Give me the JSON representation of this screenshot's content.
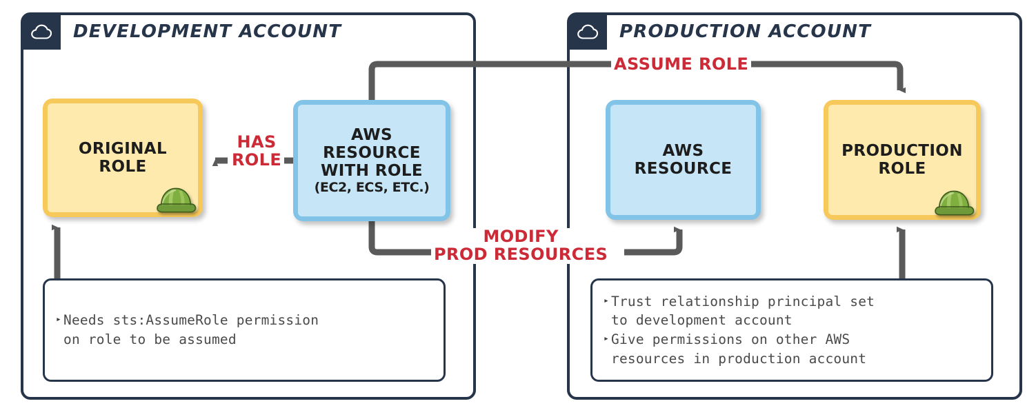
{
  "diagram": {
    "title": "AWS cross-account role assumption",
    "colors": {
      "container_border": "#27354a",
      "role_fill": "#f6c95a",
      "role_inner": "#fdeaac",
      "resource_fill": "#81c4e8",
      "resource_inner": "#c6e5f7",
      "connector": "#5a5a5a",
      "label_red": "#cc2a36",
      "note_text": "#4a4a4a"
    }
  },
  "accounts": [
    {
      "id": "development",
      "title": "DEVELOPMENT ACCOUNT",
      "badge_icon": "cloud-icon"
    },
    {
      "id": "production",
      "title": "PRODUCTION ACCOUNT",
      "badge_icon": "cloud-icon"
    }
  ],
  "nodes": [
    {
      "id": "original-role",
      "label": "ORIGINAL\nROLE",
      "sub": "",
      "type": "role",
      "icon": "helmet-icon",
      "account": "development"
    },
    {
      "id": "aws-resource-with-role",
      "label": "AWS\nRESOURCE\nWITH ROLE",
      "sub": "(EC2, ECS, ETC.)",
      "type": "resource",
      "icon": "",
      "account": "development"
    },
    {
      "id": "aws-resource",
      "label": "AWS\nRESOURCE",
      "sub": "",
      "type": "resource",
      "icon": "",
      "account": "production"
    },
    {
      "id": "production-role",
      "label": "PRODUCTION\nROLE",
      "sub": "",
      "type": "role",
      "icon": "helmet-icon",
      "account": "production"
    }
  ],
  "edges": [
    {
      "id": "assume-role",
      "label": "ASSUME ROLE",
      "from": "aws-resource-with-role",
      "to": "production-role"
    },
    {
      "id": "has-role",
      "label": "HAS\nROLE",
      "from": "aws-resource-with-role",
      "to": "original-role"
    },
    {
      "id": "modify-prod-resources",
      "label": "MODIFY\nPROD RESOURCES",
      "from": "aws-resource-with-role",
      "to": "aws-resource"
    }
  ],
  "notes": [
    {
      "id": "dev-note",
      "account": "development",
      "items": [
        "Needs sts:AssumeRole permission\non role to be assumed"
      ]
    },
    {
      "id": "prod-note",
      "account": "production",
      "items": [
        "Trust relationship principal set\nto development account",
        "Give permissions on other AWS\nresources in production account"
      ]
    }
  ],
  "bullet_glyph": "▸"
}
